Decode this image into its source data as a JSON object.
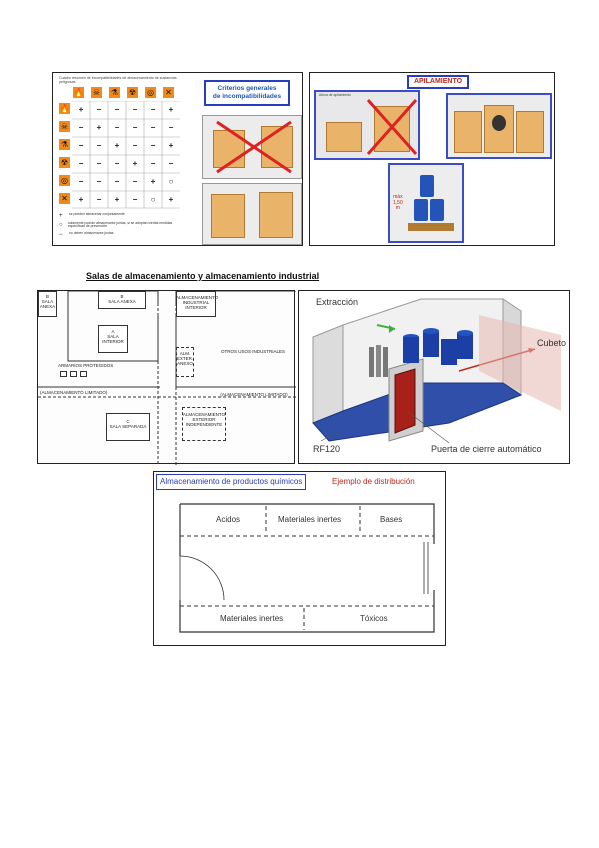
{
  "incompat": {
    "header": "Cuadro resumen de incompatibilidades de almacenamiento de sustancias peligrosas",
    "rows": [
      [
        "+",
        "−",
        "−",
        "−",
        "−",
        "+"
      ],
      [
        "−",
        "+",
        "−",
        "−",
        "−",
        "−"
      ],
      [
        "−",
        "−",
        "+",
        "−",
        "−",
        "+"
      ],
      [
        "−",
        "−",
        "−",
        "+",
        "−",
        "−"
      ],
      [
        "−",
        "−",
        "−",
        "−",
        "+",
        "○"
      ],
      [
        "+",
        "−",
        "+",
        "−",
        "○",
        "+"
      ]
    ],
    "legend": [
      {
        "sym": "+",
        "text": "se pueden almacenar conjuntamente"
      },
      {
        "sym": "○",
        "text": "solamente podrán almacenarse juntas, si se adoptan ciertas medidas específicas de prevención"
      },
      {
        "sym": "−",
        "text": "no deben almacenarse juntas"
      }
    ],
    "criteria_title": "Criterios generales\nde incompatibilidades"
  },
  "apilamiento": {
    "title": "APILAMIENTO",
    "small_caption": "Altura de apilamiento",
    "height_label": "máx\n1,50\nm"
  },
  "section_heading": "Salas de almacenamiento y almacenamiento industrial",
  "floorplan": {
    "labels": {
      "b_sala_anexa_corner": "B\nSALA\nANEXA",
      "b_sala_anexa": "B\nSALA ANEXA",
      "a_sala_interior": "A\nSALA\nINTERIOR",
      "armarios": "ARMARIOS PROTEGIDOS",
      "alm_limitado_left": "(ALMACENAMIENTO LIMITADO)",
      "c_sala_separada": "C\nSALA SEPARADA",
      "alm_industrial_interior": "ALMACENAMIENTO\nINDUSTRIAL\nINTERIOR",
      "otros_usos": "OTROS USOS INDUSTRIALES",
      "alm_exter_anexo": "ALM.\nEXTER.\nANEXO",
      "alm_limitado_right": "(ALMACENAMIENTO LIMITADO)",
      "alm_exterior_indep": "ALMACENAMIENTO\nEXTERIOR\nINDEPENDIENTE"
    }
  },
  "room3d": {
    "extraccion": "Extracción",
    "cubeto": "Cubeto",
    "rf120": "RF120",
    "puerta": "Puerta de cierre automático",
    "colors": {
      "floor": "#2f4fa8",
      "drum": "#1c3fa5",
      "door": "#a8201a",
      "arrow": "#c0281c",
      "green": "#3fae3f"
    }
  },
  "distribution": {
    "title_left": "Almacenamiento de productos químicos",
    "title_right": "Ejemplo de distribución",
    "zones": {
      "acidos": "Acidos",
      "materiales_top": "Materiales inertes",
      "bases": "Bases",
      "materiales_bottom": "Materiales inertes",
      "toxicos": "Tóxicos"
    },
    "colors": {
      "title_left": "#2a3cbf",
      "title_right": "#c0281c"
    }
  }
}
